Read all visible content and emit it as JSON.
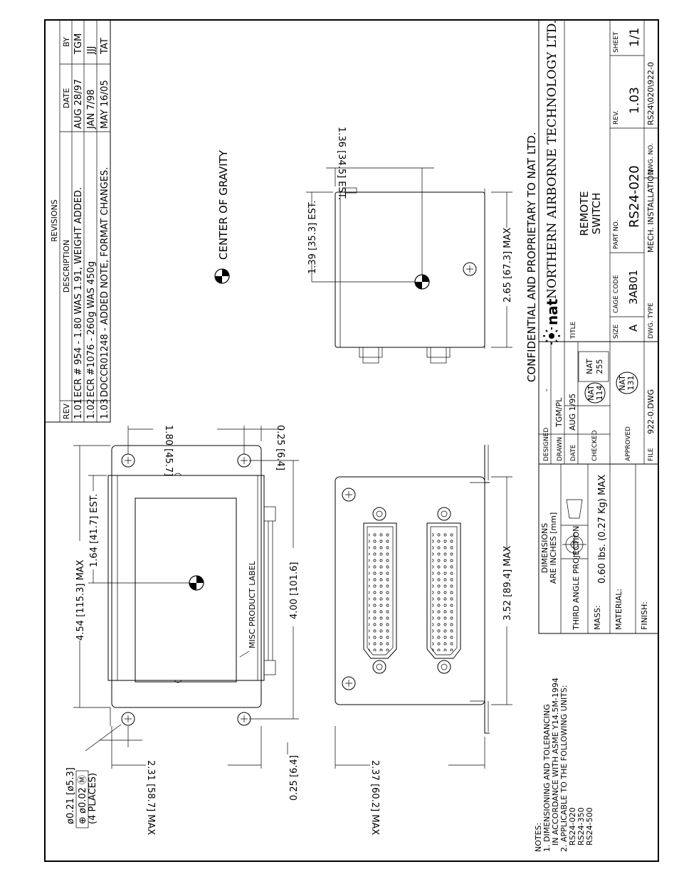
{
  "revisions": {
    "title": "REVISIONS",
    "headers": {
      "rev": "REV",
      "description": "DESCRIPTION",
      "date": "DATE",
      "by": "BY"
    },
    "rows": [
      {
        "rev": "1.01",
        "description": "ECR # 954 - 1.80 WAS 1.91, WEIGHT ADDED.",
        "date": "AUG 28/97",
        "by": "TGM"
      },
      {
        "rev": "1.02",
        "description": "ECR #1076 - 260g WAS 450g",
        "date": "JAN 7/98",
        "by": "JJJ"
      },
      {
        "rev": "1.03",
        "description": "DOCCR01248 - ADDED NOTE, FORMAT CHANGES.",
        "date": "MAY 16/05",
        "by": "TAT"
      }
    ]
  },
  "drawing": {
    "cog_label": "CENTER OF GRAVITY",
    "product_label": "MISC PRODUCT LABEL",
    "hole_callout": {
      "line1": "ø0.21 [ø5.3]",
      "line2": "⊕ ø0.02 Ⓜ",
      "line3": "(4 PLACES)"
    },
    "dims": {
      "d_454": "4.54 [115.3] MAX",
      "d_164": "1.64 [41.7] EST.",
      "d_180": "1.80 [45.7]",
      "d_025_top": "0.25 [6.4]",
      "d_400": "4.00 [101.6]",
      "d_231": "2.31 [58.7] MAX",
      "d_025_left": "0.25 [6.4]",
      "d_352": "3.52 [89.4] MAX",
      "d_237": "2.37 [60.2] MAX",
      "d_139": "1.39 [35.3] EST.",
      "d_136": "1.36 [34.5] EST.",
      "d_265": "2.65 [67.3] MAX"
    }
  },
  "notes": {
    "heading": "NOTES:",
    "line1": "1. DIMENSIONING AND TOLERANCING",
    "line2": "IN ACCORDANCE WITH ASME Y14.5M-1994",
    "line3": "2. APPLICABLE TO THE FOLLOWING UNITS:",
    "units": [
      "RS24-020",
      "RS24-350",
      "RS24-500"
    ]
  },
  "title_block": {
    "confidential": "CONFIDENTIAL AND PROPRIETARY TO NAT LTD.",
    "dimensions_label": "DIMENSIONS",
    "dimensions_units": "ARE INCHES [mm]",
    "projection_label": "THIRD ANGLE PROJECTION",
    "mass_label": "MASS:",
    "mass_value": "0.60 lbs. (0.27 Kg) MAX",
    "material_label": "MATERIAL:",
    "finish_label": "FINISH:",
    "designed_label": "DESIGNED",
    "designed_value": "-",
    "drawn_label": "DRAWN",
    "drawn_value": "TGM/PL",
    "date_label": "DATE",
    "date_value": "AUG 1/95",
    "checked_label": "CHECKED",
    "checked_stamps": [
      {
        "top": "NAT",
        "bottom": "114"
      },
      {
        "top": "NAT",
        "bottom": "255"
      }
    ],
    "approved_label": "APPROVED",
    "approved_stamp": {
      "top": "NAT",
      "bottom": "131"
    },
    "file_label": "FILE",
    "file_value": "922-0.DWG",
    "company_logo": "nat",
    "company_name": "NORTHERN AIRBORNE TECHNOLOGY LTD.",
    "title_label": "TITLE",
    "title_line1": "REMOTE",
    "title_line2": "SWITCH",
    "size_label": "SIZE",
    "size_value": "A",
    "cage_label": "CAGE CODE",
    "cage_value": "3AB01",
    "part_label": "PART NO.",
    "part_value": "RS24-020",
    "rev_label": "REV.",
    "rev_value": "1.03",
    "sheet_label": "SHEET",
    "sheet_value": "1/1",
    "dwg_type_label": "DWG. TYPE",
    "dwg_type_value": "MECH. INSTALLATION",
    "dwg_no_label": "DWG. NO.",
    "dwg_no_value": "RS24\\020\\922-0"
  }
}
